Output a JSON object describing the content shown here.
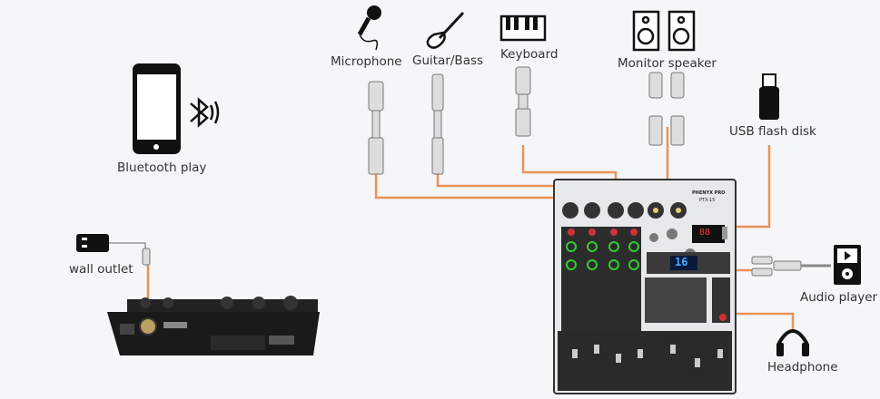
{
  "labels": {
    "microphone": "Microphone",
    "guitar_bass": "Guitar/Bass",
    "keyboard": "Keyboard",
    "monitor_speaker": "Monitor speaker",
    "usb_flash_disk": "USB flash disk",
    "bluetooth_play": "Bluetooth play",
    "wall_outlet": "wall outlet",
    "audio_player": "Audio player",
    "headphone": "Headphone"
  },
  "mixer": {
    "brand_logo": "PHENYX PRO",
    "model": "PTX-15",
    "channel_display": "16",
    "usb_display": "88"
  },
  "colors": {
    "cable": "#e8935a",
    "background": "#f4f6f8",
    "device": "#1d1d1d",
    "mixer_panel": "#e6e8ea"
  }
}
